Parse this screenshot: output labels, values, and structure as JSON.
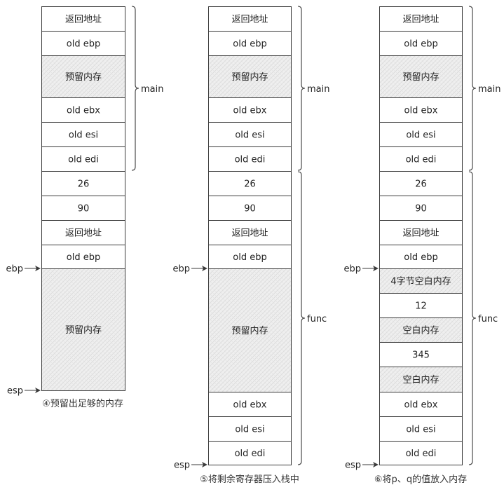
{
  "stacks": [
    {
      "cells": [
        {
          "text": "返回地址"
        },
        {
          "text": "old ebp"
        },
        {
          "text": "预留内存",
          "shaded": true
        },
        {
          "text": "old ebx"
        },
        {
          "text": "old esi"
        },
        {
          "text": "old edi"
        },
        {
          "text": "26"
        },
        {
          "text": "90"
        },
        {
          "text": "返回地址"
        },
        {
          "text": "old ebp"
        },
        {
          "text": "预留内存",
          "shaded": true
        }
      ],
      "braces": [
        {
          "label": "main"
        }
      ],
      "pointers": [
        {
          "label": "ebp"
        },
        {
          "label": "esp"
        }
      ],
      "caption": "④预留出足够的内存"
    },
    {
      "cells": [
        {
          "text": "返回地址"
        },
        {
          "text": "old ebp"
        },
        {
          "text": "预留内存",
          "shaded": true
        },
        {
          "text": "old ebx"
        },
        {
          "text": "old esi"
        },
        {
          "text": "old edi"
        },
        {
          "text": "26"
        },
        {
          "text": "90"
        },
        {
          "text": "返回地址"
        },
        {
          "text": "old ebp"
        },
        {
          "text": "预留内存",
          "shaded": true
        },
        {
          "text": "old ebx"
        },
        {
          "text": "old esi"
        },
        {
          "text": "old edi"
        }
      ],
      "braces": [
        {
          "label": "main"
        },
        {
          "label": "func"
        }
      ],
      "pointers": [
        {
          "label": "ebp"
        },
        {
          "label": "esp"
        }
      ],
      "caption": "⑤将剩余寄存器压入栈中"
    },
    {
      "cells": [
        {
          "text": "返回地址"
        },
        {
          "text": "old ebp"
        },
        {
          "text": "预留内存",
          "shaded": true
        },
        {
          "text": "old ebx"
        },
        {
          "text": "old esi"
        },
        {
          "text": "old edi"
        },
        {
          "text": "26"
        },
        {
          "text": "90"
        },
        {
          "text": "返回地址"
        },
        {
          "text": "old ebp"
        },
        {
          "text": "4字节空白内存",
          "shaded": true
        },
        {
          "text": "12"
        },
        {
          "text": "空白内存",
          "shaded": true
        },
        {
          "text": "345"
        },
        {
          "text": "空白内存",
          "shaded": true
        },
        {
          "text": "old ebx"
        },
        {
          "text": "old esi"
        },
        {
          "text": "old edi"
        }
      ],
      "braces": [
        {
          "label": "main"
        },
        {
          "label": "func"
        }
      ],
      "pointers": [
        {
          "label": "ebp"
        },
        {
          "label": "esp"
        }
      ],
      "caption": "⑥将p、q的值放入内存"
    }
  ],
  "colors": {
    "border": "#3a3a3a",
    "shade_fill": "#efefef",
    "shade_hatch": "#d9d9d9"
  }
}
